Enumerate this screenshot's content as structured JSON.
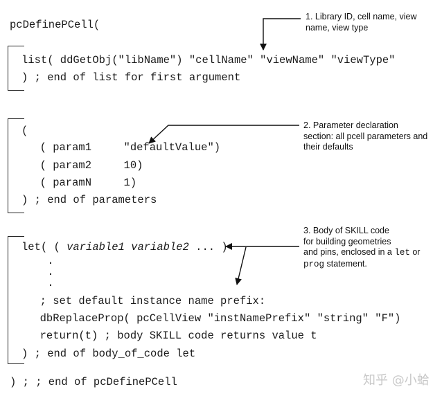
{
  "code": {
    "header": "pcDefinePCell(",
    "s1": {
      "l1": "list( ddGetObj(\"libName\") \"cellName\" \"viewName\" \"viewType\"",
      "l2": ") ; end of list for first argument"
    },
    "s2": {
      "l1": "(",
      "l2": "  ( param1     \"defaultValue\")",
      "l3": "  ( param2     10)",
      "l4": "  ( paramN     1)",
      "l5": ") ; end of parameters"
    },
    "s3": {
      "let_a": "let( ( ",
      "let_vars": "variable1 variable2",
      "let_b": " ... )",
      "dot1": "    .",
      "dot2": "    .",
      "dot3": "    .",
      "l5": "  ; set default instance name prefix:",
      "l6": "  dbReplaceProp( pcCellView \"instNamePrefix\" \"string\" \"F\")",
      "l7": "  return(t) ; body SKILL code returns value t",
      "l8": ") ; end of body_of_code let"
    },
    "footer": ") ; ; end of pcDefinePCell"
  },
  "notes": {
    "n1": {
      "l1": "1. Library ID, cell name, view",
      "l2": "name, view type"
    },
    "n2": {
      "l1": "2. Parameter declaration",
      "l2": "section: all pcell parameters and",
      "l3": "their defaults"
    },
    "n3": {
      "l1": "3. Body of SKILL code",
      "l2": "for building geometries",
      "l3a": "and pins, enclosed in a ",
      "l3b": "let",
      "l3c": " or",
      "l4a": "prog",
      "l4b": " statement."
    }
  },
  "watermark": "知乎 @小蛤"
}
